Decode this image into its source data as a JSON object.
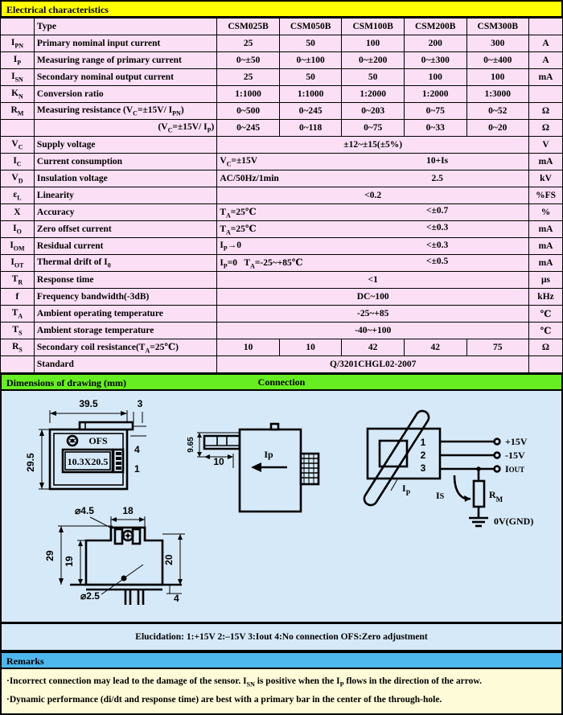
{
  "sections": {
    "electrical_title": "Electrical characteristics",
    "dimensions_title": "Dimensions of drawing (mm)",
    "connection_title": "Connection",
    "remarks_title": "Remarks"
  },
  "table": {
    "columns": [
      "Type",
      "CSM025B",
      "CSM050B",
      "CSM100B",
      "CSM200B",
      "CSM300B",
      ""
    ],
    "header": {
      "symbol": "",
      "name": "Type",
      "models": [
        "CSM025B",
        "CSM050B",
        "CSM100B",
        "CSM200B",
        "CSM300B"
      ],
      "unit": ""
    },
    "rows": [
      {
        "sym": "I",
        "sub": "PN",
        "name": "Primary nominal input current",
        "values": [
          "25",
          "50",
          "100",
          "200",
          "300"
        ],
        "unit": "A"
      },
      {
        "sym": "I",
        "sub": "P",
        "name": "Measuring range of primary current",
        "values": [
          "0~±50",
          "0~±100",
          "0~±200",
          "0~±300",
          "0~±400"
        ],
        "unit": "A"
      },
      {
        "sym": "I",
        "sub": "SN",
        "name": "Secondary nominal output current",
        "values": [
          "25",
          "50",
          "50",
          "100",
          "100"
        ],
        "unit": "mA"
      },
      {
        "sym": "K",
        "sub": "N",
        "name": "Conversion ratio",
        "values": [
          "1:1000",
          "1:1000",
          "1:2000",
          "1:2000",
          "1:3000"
        ],
        "unit": ""
      },
      {
        "sym": "R",
        "sub": "M",
        "name": "Measuring resistance (V<sub>C</sub>=±15V/ I<sub>PN</sub>)",
        "name_plain": "Measuring resistance (VC=±15V/ IPN)",
        "values": [
          "0~500",
          "0~245",
          "0~203",
          "0~75",
          "0~52"
        ],
        "unit": "Ω"
      },
      {
        "sym": "",
        "sub": "",
        "name_plain": "(VC=±15V/ IP)",
        "align": "right",
        "values": [
          "0~245",
          "0~118",
          "0~75",
          "0~33",
          "0~20"
        ],
        "unit": "Ω"
      },
      {
        "sym": "V",
        "sub": "C",
        "name": "Supply voltage",
        "span": "±12~±15(±5%)",
        "unit": "V"
      },
      {
        "sym": "I",
        "sub": "C",
        "name": "Current consumption",
        "cond": "VC=±15V",
        "span": "10+Is",
        "unit": "mA"
      },
      {
        "sym": "V",
        "sub": "D",
        "name": "Insulation voltage",
        "cond": "AC/50Hz/1min",
        "span": "2.5",
        "unit": "kV"
      },
      {
        "sym": "ε",
        "sub": "L",
        "name": "Linearity",
        "span": "<0.2",
        "unit": "%FS"
      },
      {
        "sym": "X",
        "sub": "",
        "name": "Accuracy",
        "cond": "TA=25℃",
        "span": "<±0.7",
        "unit": "%"
      },
      {
        "sym": "I",
        "sub": "O",
        "name": "Zero offset current",
        "cond": "TA=25℃",
        "span": "<±0.3",
        "unit": "mA"
      },
      {
        "sym": "I",
        "sub": "OM",
        "name": "Residual current",
        "cond": "IP→0",
        "span": "<±0.3",
        "unit": "mA"
      },
      {
        "sym": "I",
        "sub": "OT",
        "name": "Thermal drift of I0",
        "cond": "IP=0   TA=-25~+85℃",
        "span": "<±0.5",
        "unit": "mA"
      },
      {
        "sym": "T",
        "sub": "R",
        "name": "Response time",
        "span": "<1",
        "unit": "μs"
      },
      {
        "sym": "f",
        "sub": "",
        "name": "Frequency bandwidth(-3dB)",
        "span": "DC~100",
        "unit": "kHz"
      },
      {
        "sym": "T",
        "sub": "A",
        "name": "Ambient operating temperature",
        "span": "-25~+85",
        "unit": "℃"
      },
      {
        "sym": "T",
        "sub": "S",
        "name": "Ambient storage temperature",
        "span": "-40~+100",
        "unit": "℃"
      },
      {
        "sym": "R",
        "sub": "S",
        "name": "Secondary coil resistance(TA=25℃)",
        "values": [
          "10",
          "10",
          "42",
          "42",
          "75"
        ],
        "unit": "Ω"
      },
      {
        "sym": "",
        "sub": "",
        "name": "Standard",
        "span": "Q/3201CHGL02-2007",
        "unit": ""
      }
    ]
  },
  "drawing": {
    "front": {
      "width_label": "39.5",
      "thickness_label": "3",
      "height_label": "29.5",
      "window_label": "10.3X20.5",
      "ofs_label": "OFS",
      "pin_top": "4",
      "pin_bottom": "1"
    },
    "side": {
      "depth_label": "9.65",
      "width_label": "10",
      "current_label": "Ip"
    },
    "bottom": {
      "hole_big": "⌀4.5",
      "hole_small": "⌀2.5",
      "span_18": "18",
      "height_29": "29",
      "height_19": "19",
      "height_20": "20",
      "pin_len": "4"
    }
  },
  "connection": {
    "pins": [
      "1",
      "2",
      "3"
    ],
    "labels": [
      "+15V",
      "-15V",
      "Iout"
    ],
    "primary_label": "Ip",
    "secondary_label": "Is",
    "resistor_label": "RM",
    "ground_label": "0V(GND)"
  },
  "elucidation": {
    "text": "Elucidation: 1:+15V   2:–15V   3:Iout   4:No connection   OFS:Zero adjustment"
  },
  "remarks": {
    "lines": [
      "·Incorrect connection may lead to the damage of the sensor. ISN is positive when the IP flows in the direction of the arrow.",
      "·Dynamic performance (di/dt and response time) are best with a primary bar in the center of the through-hole."
    ]
  },
  "colors": {
    "header_yellow": "#ffff00",
    "header_green": "#66ee22",
    "header_blue": "#4db8ee",
    "table_pink": "#fbdff5",
    "drawing_blue": "#d6e9f8",
    "remarks_cream": "#fdfbd8"
  }
}
